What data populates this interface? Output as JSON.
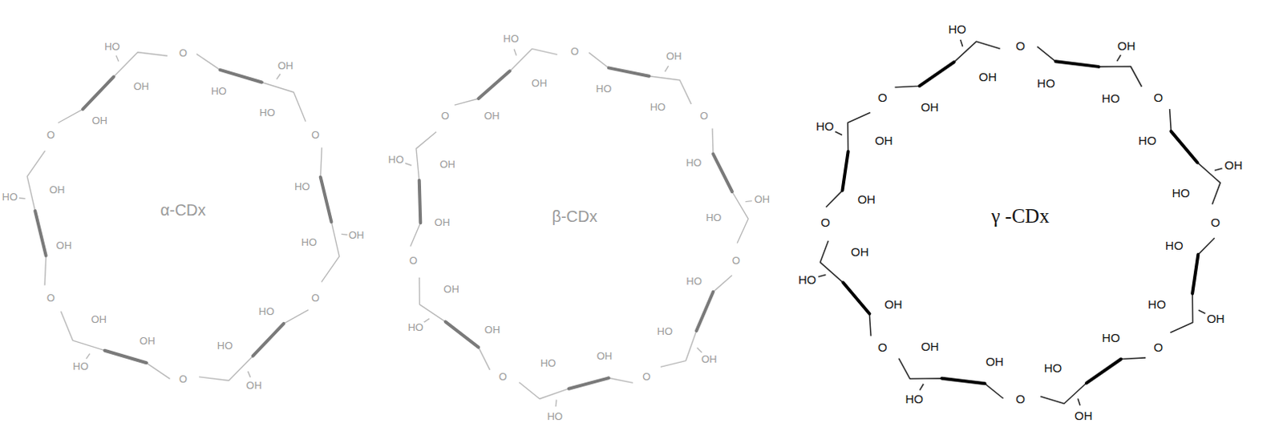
{
  "diagram": {
    "nodes": [
      {
        "text": [
          "α-CDx"
        ]
      },
      {
        "text": [
          "β-CDx"
        ]
      },
      {
        "text": [
          "γ -CDx"
        ]
      }
    ],
    "labels": [
      "HO",
      "HO",
      "OH",
      "O",
      "HO",
      "HO",
      "OH",
      "O",
      "HO",
      "HO",
      "OH",
      "O",
      "OH",
      "OH",
      "HO",
      "O",
      "OH",
      "OH",
      "HO",
      "O",
      "OH",
      "OH",
      "HO",
      "O",
      "HO",
      "HO",
      "OH",
      "O",
      "HO",
      "HO",
      "OH",
      "O",
      "HO",
      "HO",
      "OH",
      "O",
      "OH",
      "HO",
      "HO",
      "O",
      "OH",
      "OH",
      "HO",
      "O",
      "OH",
      "OH",
      "HO",
      "O",
      "OH",
      "OH",
      "HO",
      "O",
      "HO",
      "HO",
      "OH",
      "O",
      "HO",
      "HO",
      "OH",
      "O",
      "HO",
      "HO",
      "OH",
      "O",
      "HO",
      "HO",
      "OH",
      "O",
      "OH",
      "OH",
      "HO",
      "O",
      "OH",
      "OH",
      "HO",
      "O",
      "OH",
      "OH",
      "HO",
      "O",
      "OH",
      "OH",
      "HO",
      "O"
    ]
  }
}
